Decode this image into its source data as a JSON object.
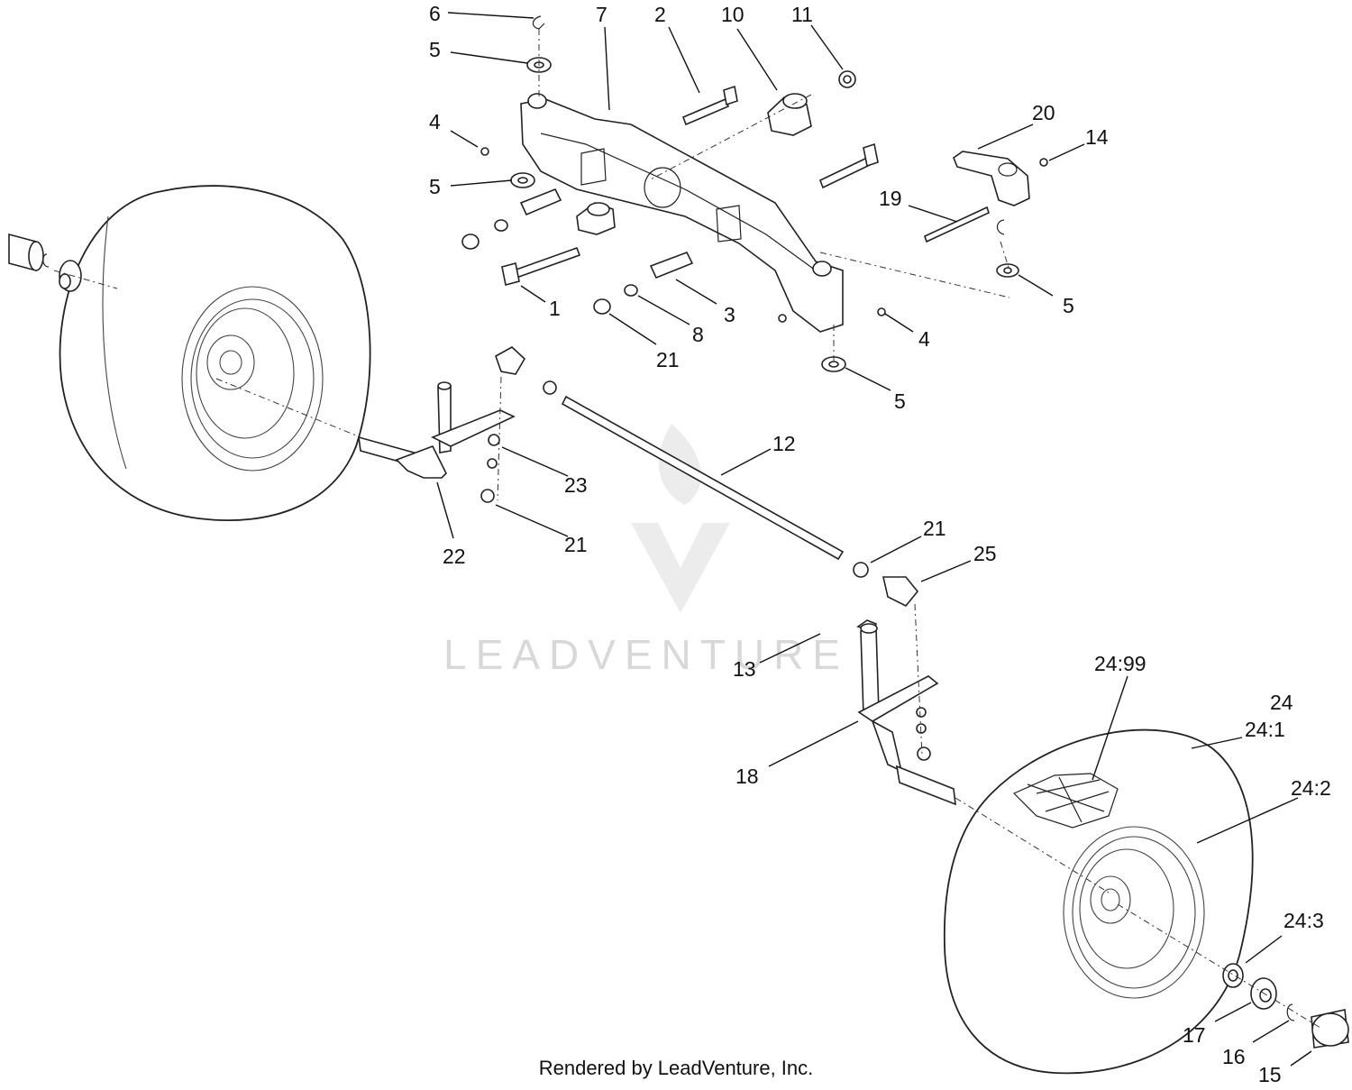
{
  "watermark": {
    "text": "LEADVENTURE"
  },
  "footer": {
    "credit": "Rendered by LeadVenture, Inc."
  },
  "callouts": {
    "c1": "1",
    "c2": "2",
    "c3": "3",
    "c4a": "4",
    "c4b": "4",
    "c5a": "5",
    "c5b": "5",
    "c5c": "5",
    "c5d": "5",
    "c6": "6",
    "c7": "7",
    "c8": "8",
    "c10": "10",
    "c11": "11",
    "c12": "12",
    "c13": "13",
    "c14": "14",
    "c15": "15",
    "c16": "16",
    "c17": "17",
    "c18": "18",
    "c19": "19",
    "c20": "20",
    "c21a": "21",
    "c21b": "21",
    "c21c": "21",
    "c22": "22",
    "c23": "23",
    "c24": "24",
    "c24_1": "24:1",
    "c24_2": "24:2",
    "c24_3": "24:3",
    "c24_99": "24:99",
    "c25": "25"
  }
}
